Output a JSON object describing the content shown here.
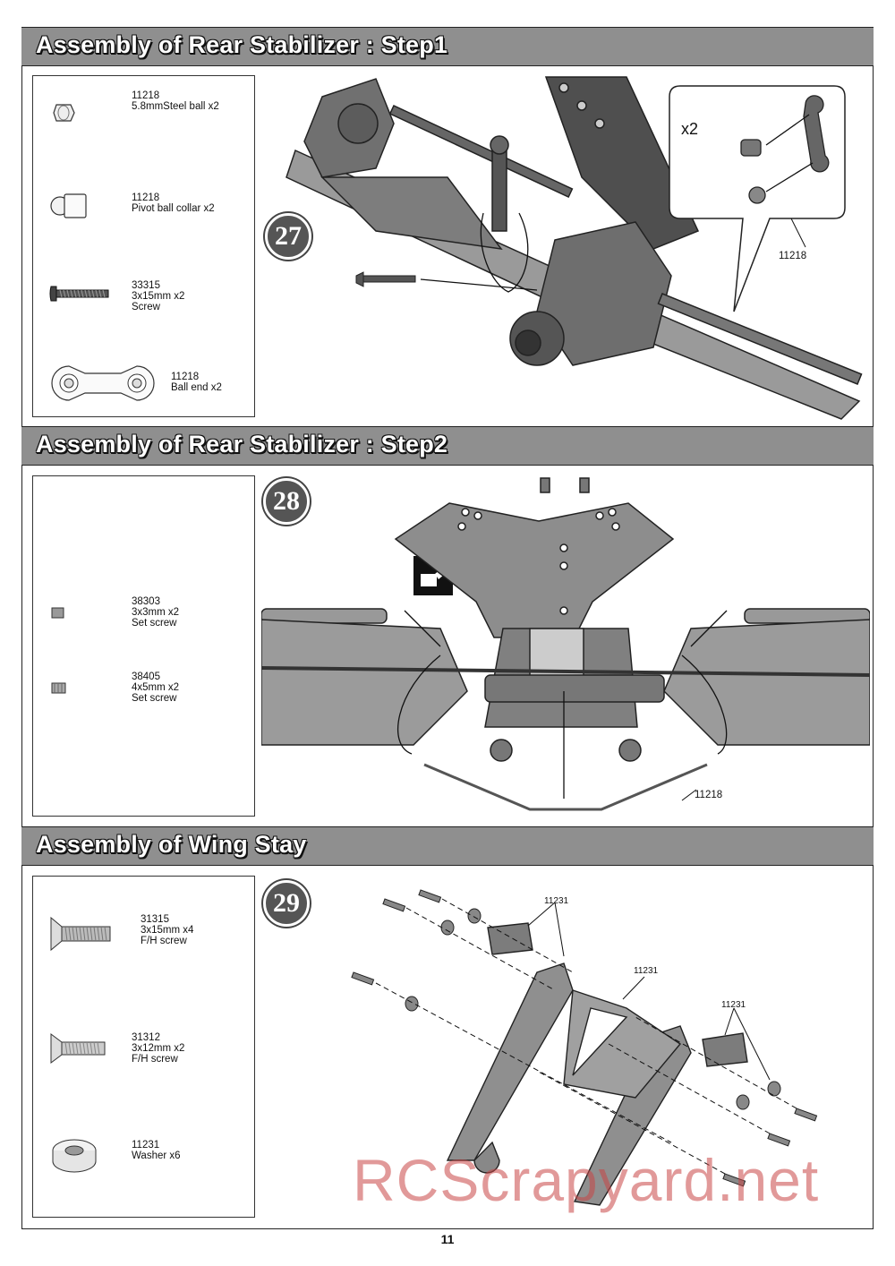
{
  "sections": [
    {
      "title": "Assembly of Rear Stabilizer : Step1",
      "step": "27",
      "parts": [
        {
          "code": "11218",
          "lines": [
            "5.8mmSteel ball x2"
          ],
          "icon": "steel-ball-icon"
        },
        {
          "code": "11218",
          "lines": [
            "Pivot ball collar x2"
          ],
          "icon": "ball-collar-icon"
        },
        {
          "code": "33315",
          "lines": [
            "3x15mm x2",
            "Screw"
          ],
          "icon": "screw-icon"
        },
        {
          "code": "11218",
          "lines": [
            "Ball end x2"
          ],
          "icon": "ball-end-icon"
        }
      ],
      "inset_qty": "x2",
      "callout": "11218"
    },
    {
      "title": "Assembly of Rear Stabilizer : Step2",
      "step": "28",
      "parts": [
        {
          "code": "38303",
          "lines": [
            "3x3mm x2",
            "Set screw"
          ],
          "icon": "set-screw-icon"
        },
        {
          "code": "38405",
          "lines": [
            "4x5mm x2",
            "Set screw"
          ],
          "icon": "set-screw-icon"
        }
      ],
      "callout": "11218"
    },
    {
      "title": "Assembly of Wing Stay",
      "step": "29",
      "parts": [
        {
          "code": "31315",
          "lines": [
            "3x15mm x4",
            "F/H screw"
          ],
          "icon": "flat-head-screw-icon"
        },
        {
          "code": "31312",
          "lines": [
            "3x12mm x2",
            "F/H screw"
          ],
          "icon": "flat-head-screw-icon"
        },
        {
          "code": "11231",
          "lines": [
            "Washer x6"
          ],
          "icon": "washer-icon"
        }
      ],
      "callouts": [
        "11231",
        "11231",
        "11231"
      ]
    }
  ],
  "page_number": "11",
  "watermark": "RCScrapyard.net"
}
